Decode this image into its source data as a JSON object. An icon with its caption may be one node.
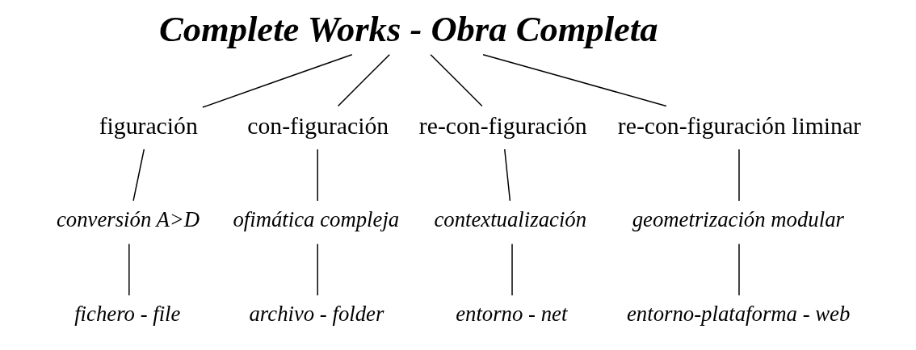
{
  "diagram": {
    "nodes": [
      {
        "text": [
          "Complete Works - Obra Completa"
        ]
      },
      {
        "text": [
          "figuración"
        ]
      },
      {
        "text": [
          "con-figuración"
        ]
      },
      {
        "text": [
          "re-con-figuración"
        ]
      },
      {
        "text": [
          "re-con-figuración liminar"
        ]
      },
      {
        "text": [
          "conversión A>D"
        ]
      },
      {
        "text": [
          "ofimática compleja"
        ]
      },
      {
        "text": [
          "contextualización"
        ]
      },
      {
        "text": [
          "geometrización modular"
        ]
      },
      {
        "text": [
          "fichero - file"
        ]
      },
      {
        "text": [
          "archivo - folder"
        ]
      },
      {
        "text": [
          "entorno - net"
        ]
      },
      {
        "text": [
          "entorno-plataforma - web"
        ]
      }
    ],
    "edges": [
      {
        "from": 0,
        "to": 1,
        "arrow": "none"
      },
      {
        "from": 0,
        "to": 2,
        "arrow": "none"
      },
      {
        "from": 0,
        "to": 3,
        "arrow": "none"
      },
      {
        "from": 0,
        "to": 4,
        "arrow": "none"
      },
      {
        "from": 1,
        "to": 5,
        "arrow": "none"
      },
      {
        "from": 2,
        "to": 6,
        "arrow": "none"
      },
      {
        "from": 3,
        "to": 7,
        "arrow": "none"
      },
      {
        "from": 4,
        "to": 8,
        "arrow": "none"
      },
      {
        "from": 5,
        "to": 9,
        "arrow": "none"
      },
      {
        "from": 6,
        "to": 10,
        "arrow": "none"
      },
      {
        "from": 7,
        "to": 11,
        "arrow": "none"
      },
      {
        "from": 8,
        "to": 12,
        "arrow": "none"
      }
    ]
  }
}
